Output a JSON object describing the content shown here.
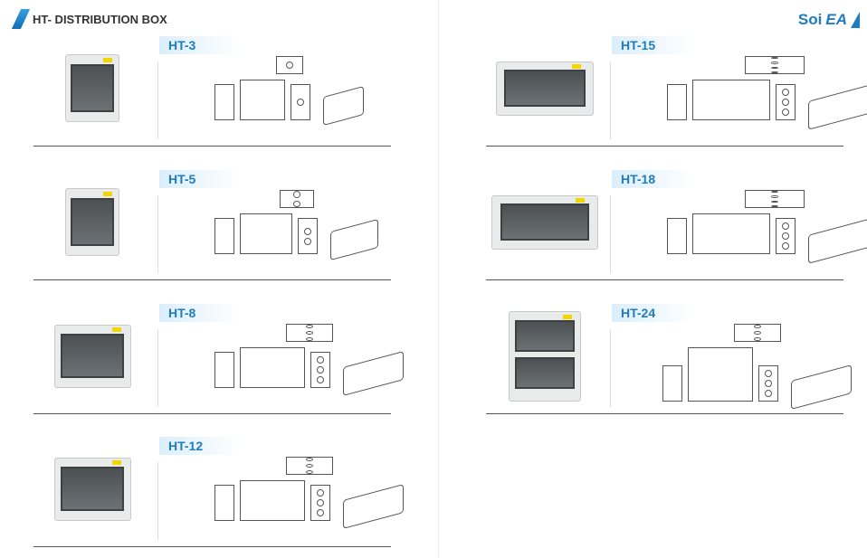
{
  "header": {
    "title": "HT- DISTRIBUTION BOX"
  },
  "logo": {
    "text_a": "Soi",
    "text_b": "EA"
  },
  "products": [
    {
      "model": "HT-3",
      "holes": 1
    },
    {
      "model": "HT-5",
      "holes": 2
    },
    {
      "model": "HT-8",
      "holes": 3
    },
    {
      "model": "HT-12",
      "holes": 3
    },
    {
      "model": "HT-15",
      "holes": 4
    },
    {
      "model": "HT-18",
      "holes": 4
    },
    {
      "model": "HT-24",
      "holes": 3
    }
  ]
}
